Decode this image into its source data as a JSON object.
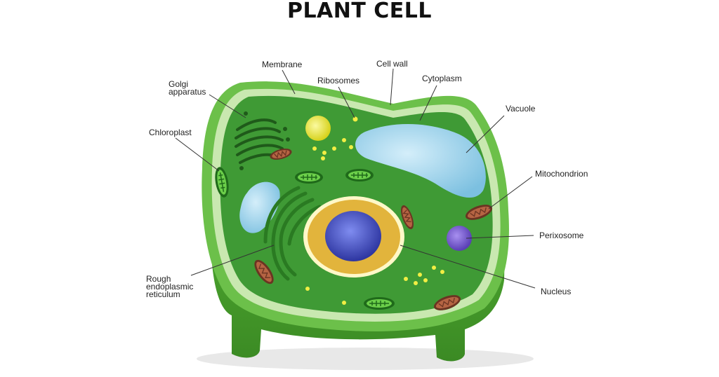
{
  "title": "PLANT CELL",
  "labels": {
    "membrane": "Membrane",
    "cell_wall": "Cell wall",
    "ribosomes": "Ribosomes",
    "cytoplasm": "Cytoplasm",
    "golgi": [
      "Golgi",
      "apparatus"
    ],
    "vacuole": "Vacuole",
    "chloroplast": "Chloroplast",
    "mitochondrion": "Mitochondrion",
    "perixosome": "Perixosome",
    "rough_er": [
      "Rough",
      "endoplasmic",
      "reticulum"
    ],
    "nucleus": "Nucleus"
  },
  "colors": {
    "cell_outer": "#6cc04a",
    "cell_wall_light": "#c9e8b0",
    "cytoplasm": "#3f9a35",
    "nucleus_envelope": "#e2b43c",
    "nucleolus": "#3b45b0",
    "vacuole": "#9fd4ec",
    "mitochondria": "#a9573a",
    "peroxisome": "#7a5fd0",
    "ribosome": "#f2ee44"
  }
}
